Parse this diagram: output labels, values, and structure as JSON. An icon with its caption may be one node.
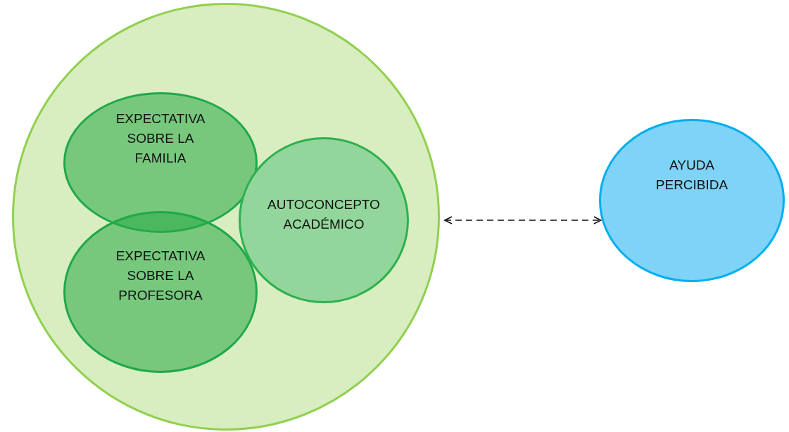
{
  "diagram": {
    "nodes": [
      {
        "text": [],
        "shape": "circle"
      },
      {
        "text": [
          "EXPECTATIVA SOBRE LA FAMILIA"
        ],
        "in": 0
      },
      {
        "text": [
          "EXPECTATIVA SOBRE LA PROFESORA"
        ],
        "in": 0
      },
      {
        "text": [
          "AUTOCONCEPTO ACADÉMICO"
        ],
        "in": 0
      },
      {
        "text": [
          "AYUDA PERCIBIDA"
        ]
      }
    ],
    "edges": [
      {
        "from": 0,
        "to": 4,
        "arrow": "both",
        "style": "dashed"
      }
    ]
  }
}
